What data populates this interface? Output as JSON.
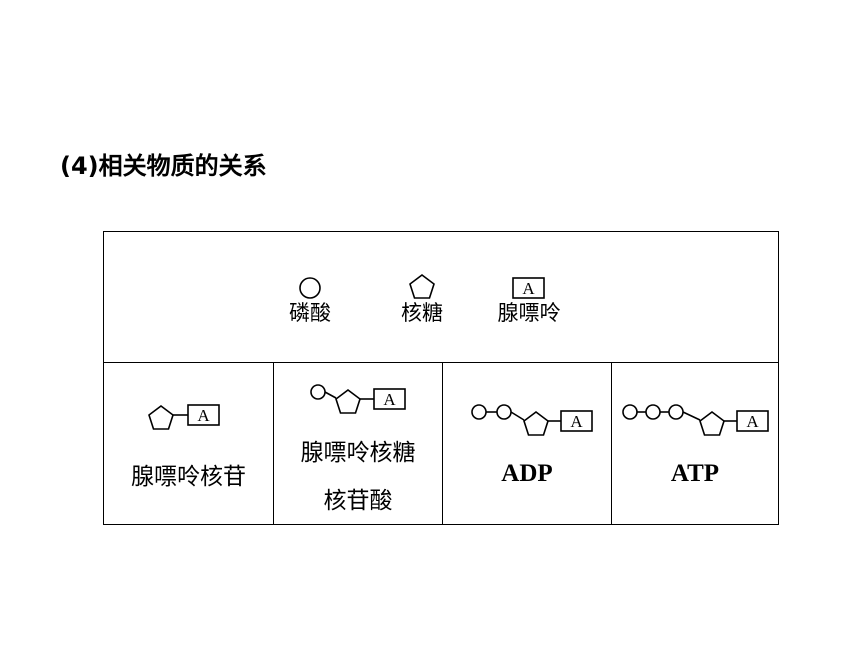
{
  "title": "(4)相关物质的关系",
  "legend": {
    "phosphate": {
      "label": "磷酸",
      "icon": "circle-icon"
    },
    "ribose": {
      "label": "核糖",
      "icon": "pentagon-icon"
    },
    "adenine": {
      "label": "腺嘌呤",
      "icon": "square-a-icon",
      "box_letter": "A"
    }
  },
  "cells": [
    {
      "label": "腺嘌呤核苷"
    },
    {
      "label_line1": "腺嘌呤核糖",
      "label_line2": "核苷酸"
    },
    {
      "label": "ADP"
    },
    {
      "label": "ATP"
    }
  ]
}
